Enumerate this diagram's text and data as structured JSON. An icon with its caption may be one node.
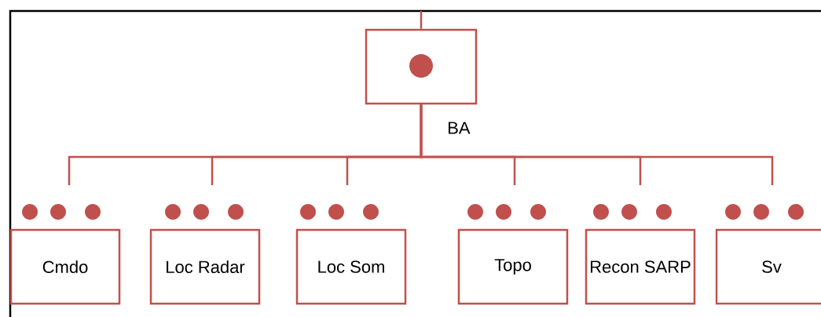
{
  "diagram": {
    "nodes": [
      {
        "text": [],
        "shape": "box",
        "beside": [
          "BA"
        ]
      },
      {
        "text": [
          "Cmdo"
        ]
      },
      {
        "text": [
          "Loc Radar"
        ]
      },
      {
        "text": [
          "Loc Som"
        ]
      },
      {
        "text": [
          "Topo"
        ]
      },
      {
        "text": [
          "Recon SARP"
        ]
      },
      {
        "text": [
          "Sv"
        ]
      }
    ],
    "edges": [
      {
        "from": null,
        "to": 0,
        "arrow": "none"
      },
      {
        "from": 0,
        "to": 1,
        "arrow": "none"
      },
      {
        "from": 0,
        "to": 2,
        "arrow": "none"
      },
      {
        "from": 0,
        "to": 3,
        "arrow": "none"
      },
      {
        "from": 0,
        "to": 4,
        "arrow": "none"
      },
      {
        "from": 0,
        "to": 5,
        "arrow": "none"
      },
      {
        "from": 0,
        "to": 6,
        "arrow": "none"
      }
    ]
  }
}
